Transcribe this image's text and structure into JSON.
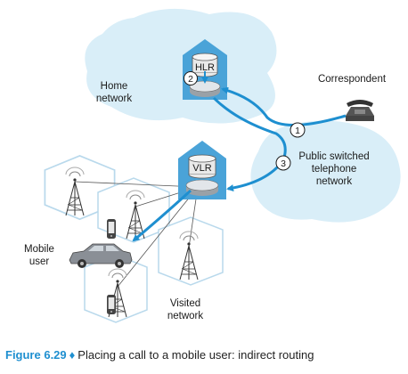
{
  "diagram": {
    "labels": {
      "home_network": [
        "Home",
        "network"
      ],
      "hlr": "HLR",
      "vlr": "VLR",
      "correspondent": "Correspondent",
      "pstn": [
        "Public switched",
        "telephone",
        "network"
      ],
      "mobile_user": [
        "Mobile",
        "user"
      ],
      "visited_network": [
        "Visited",
        "network"
      ]
    },
    "steps": [
      "1",
      "2",
      "3"
    ],
    "colors": {
      "accent": "#1e8fd0",
      "cloud": "#d9eef8",
      "house": "#4aa3d8",
      "cell_edge": "#b9d9ec"
    },
    "icons": [
      "switch-icon",
      "database-icon",
      "telephone-icon",
      "antenna-tower-icon",
      "mobile-phone-icon",
      "car-icon"
    ]
  },
  "caption": {
    "figure": "Figure 6.29",
    "separator": "♦",
    "text": "Placing a call to a mobile user: indirect routing"
  }
}
